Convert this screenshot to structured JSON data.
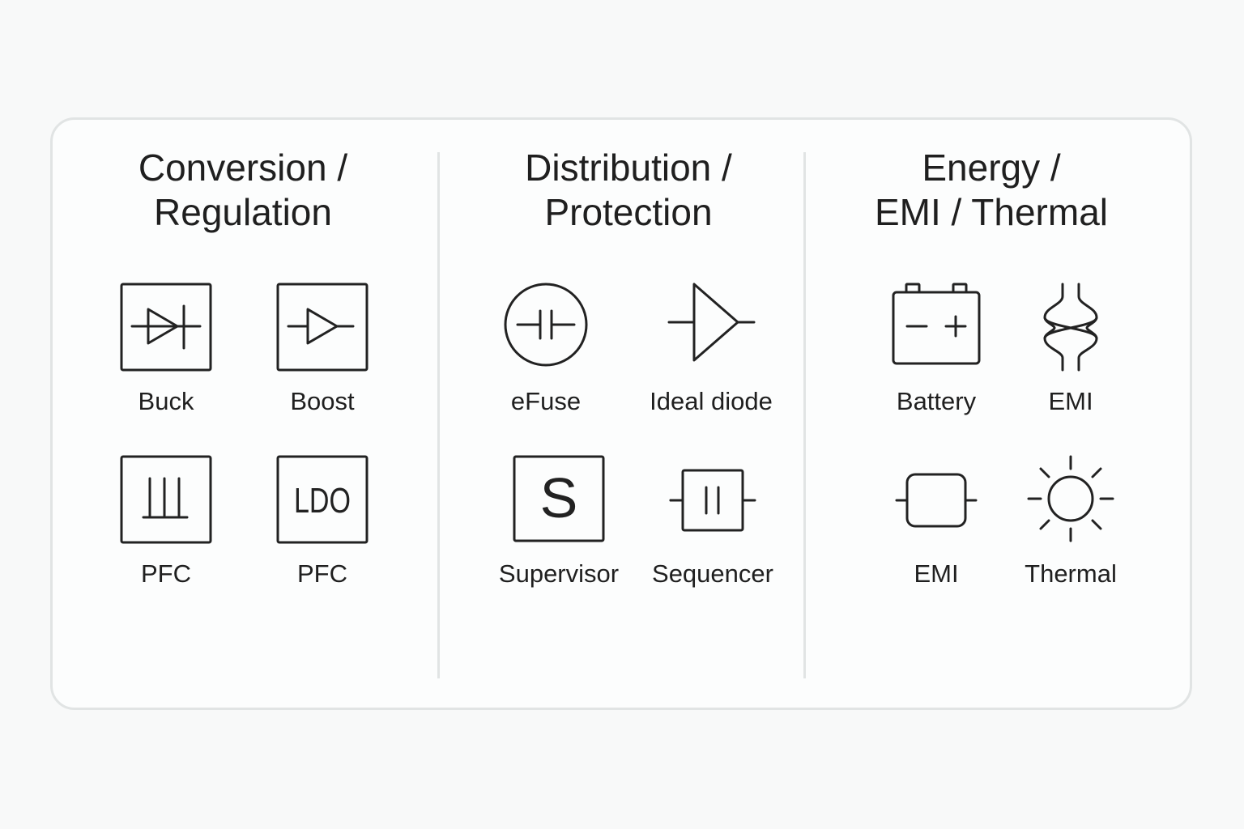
{
  "columns": [
    {
      "title_line1": "Conversion /",
      "title_line2": "Regulation",
      "items": [
        {
          "label": "Buck",
          "icon": "buck-converter-icon"
        },
        {
          "label": "Boost",
          "icon": "boost-converter-icon"
        },
        {
          "label": "PFC",
          "icon": "pfc-icon"
        },
        {
          "label": "PFC",
          "icon": "ldo-icon",
          "icon_text": "LDO"
        }
      ]
    },
    {
      "title_line1": "Distribution /",
      "title_line2": "Protection",
      "items": [
        {
          "label": "eFuse",
          "icon": "efuse-icon"
        },
        {
          "label": "Ideal diode",
          "icon": "ideal-diode-icon"
        },
        {
          "label": "Supervisor",
          "icon": "supervisor-icon",
          "icon_text": "S"
        },
        {
          "label": "Sequencer",
          "icon": "sequencer-icon"
        }
      ]
    },
    {
      "title_line1": "Energy /",
      "title_line2": "EMI / Thermal",
      "items": [
        {
          "label": "Battery",
          "icon": "battery-icon"
        },
        {
          "label": "EMI",
          "icon": "emi-coil-icon"
        },
        {
          "label": "EMI",
          "icon": "emi-filter-icon"
        },
        {
          "label": "Thermal",
          "icon": "thermal-sun-icon"
        }
      ]
    }
  ],
  "colors": {
    "background": "#f8f9f9",
    "card_border": "#e1e4e4",
    "stroke": "#222222",
    "text": "#1f1f1f"
  }
}
